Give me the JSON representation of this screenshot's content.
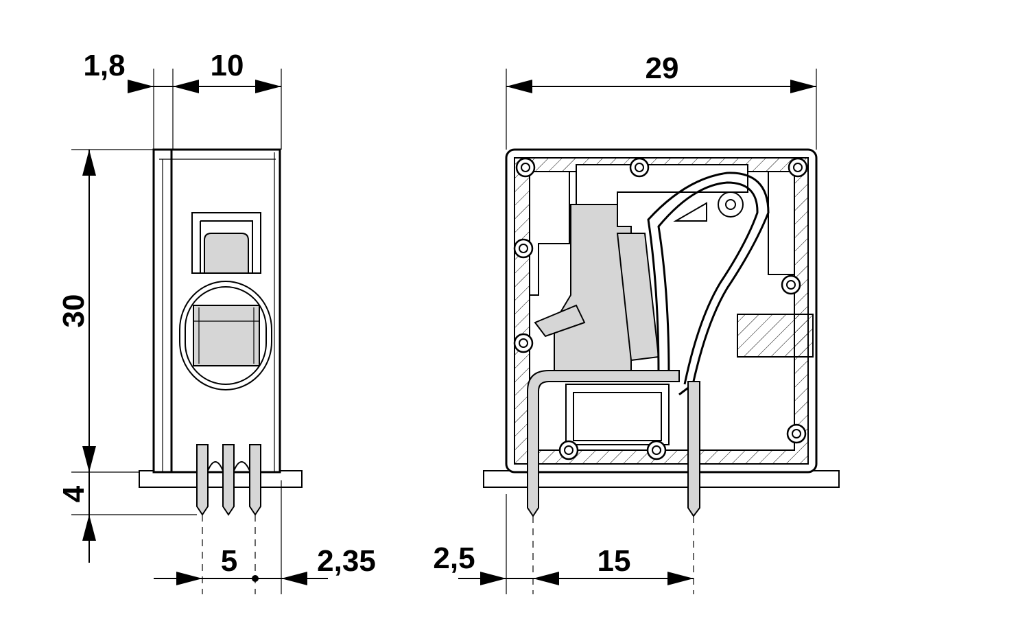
{
  "drawing": {
    "dimensions": {
      "side_view_thickness": "1,8",
      "side_view_width": "10",
      "height": "30",
      "pin_length": "4",
      "pin_pitch": "5",
      "pin_offset": "2,35",
      "front_width": "29",
      "front_pin_offset": "2,5",
      "front_pin_pitch": "15"
    }
  }
}
